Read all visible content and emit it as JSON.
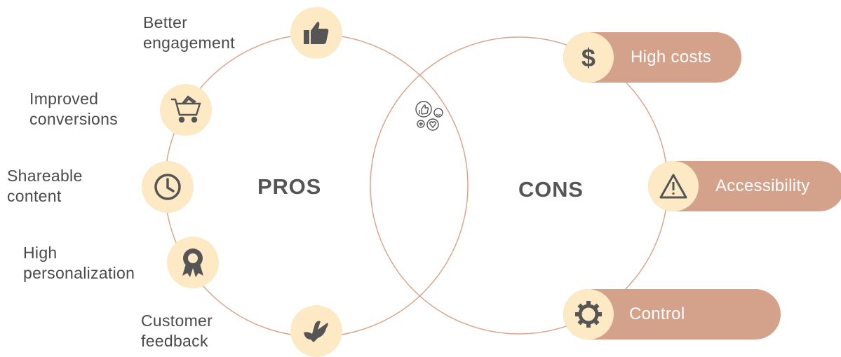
{
  "pros": {
    "title": "PROS",
    "items": [
      {
        "line1": "Better",
        "line2": "engagement",
        "icon": "thumbs-up-icon"
      },
      {
        "line1": "Improved",
        "line2": "conversions",
        "icon": "shopping-cart-icon"
      },
      {
        "line1": "Shareable",
        "line2": "content",
        "icon": "clock-icon"
      },
      {
        "line1": "High",
        "line2": "personalization",
        "icon": "award-ribbon-icon"
      },
      {
        "line1": "Customer",
        "line2": "feedback",
        "icon": "dove-icon"
      }
    ]
  },
  "cons": {
    "title": "CONS",
    "items": [
      {
        "label": "High costs",
        "icon": "dollar-icon"
      },
      {
        "label": "Accessibility",
        "icon": "warning-icon"
      },
      {
        "label": "Control",
        "icon": "gear-icon"
      }
    ]
  },
  "center_icon": "reactions-icon",
  "colors": {
    "circle_outline": "#d9a58c",
    "icon_fill": "#fde9c4",
    "pill_fill": "#d4a28a",
    "icon_glyph": "#555555",
    "text": "#4a4a4a"
  }
}
